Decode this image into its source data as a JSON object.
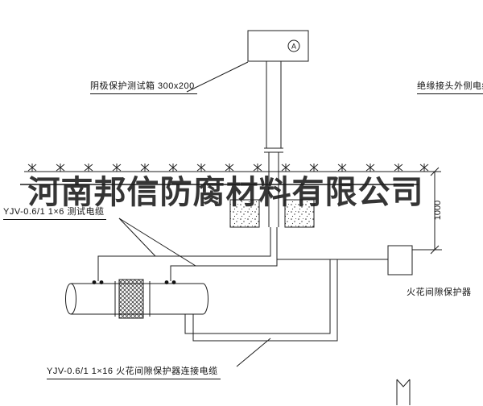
{
  "watermark": {
    "text": "河南邦信防腐材料有限公司"
  },
  "labels": {
    "test_box": "阴极保护测试箱 300x200",
    "outer_cable": "绝缘接头外侧电缆",
    "test_cable": "YJV-0.6/1 1×6  测试电缆",
    "spark_gap": "火花间隙保护器",
    "connect_cable": "YJV-0.6/1 1×16  火花间隙保护器连接电缆",
    "dimension_height": "1000",
    "meter": "A"
  },
  "colors": {
    "line": "#1c1c1c",
    "watermark": "#242424",
    "background": "#ffffff"
  }
}
